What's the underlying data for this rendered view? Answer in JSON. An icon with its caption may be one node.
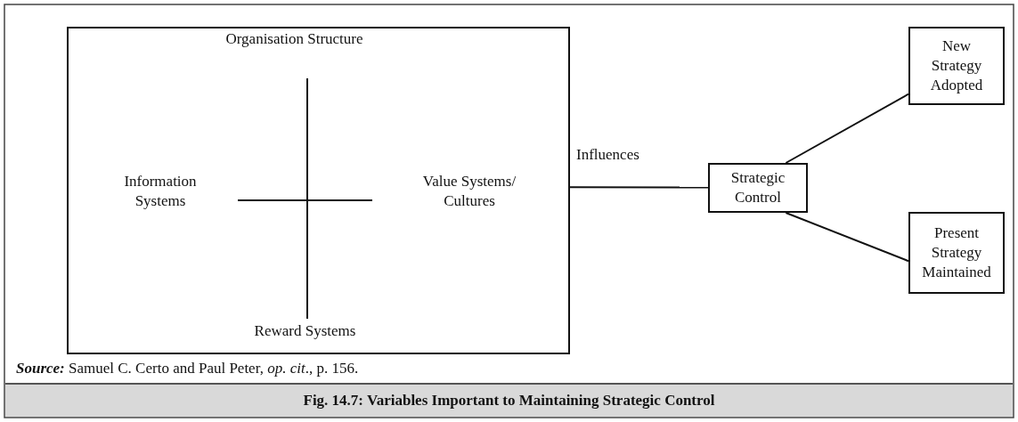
{
  "diagram": {
    "caption": "Fig. 14.7: Variables Important to Maintaining Strategic Control",
    "nodes": [
      {
        "text": [],
        "shape": "box"
      },
      {
        "text": [
          "Organisation Structure"
        ],
        "in": 0
      },
      {
        "text": [
          "Information Systems"
        ],
        "in": 0
      },
      {
        "text": [
          "Value Systems/ Cultures"
        ],
        "in": 0
      },
      {
        "text": [
          "Reward Systems"
        ],
        "in": 0
      },
      {
        "text": [
          "Strategic Control"
        ]
      },
      {
        "text": [
          "New Strategy Adopted"
        ]
      },
      {
        "text": [
          "Present Strategy Maintained"
        ]
      }
    ],
    "edges": [
      {
        "from": 0,
        "to": 5,
        "arrow": "none",
        "label": "Influences"
      },
      {
        "from": 5,
        "to": 6,
        "arrow": "none"
      },
      {
        "from": 5,
        "to": 7,
        "arrow": "none"
      }
    ],
    "labels": [
      "**Source:** Samuel C. Certo and Paul Peter, *op. cit*., p. 156."
    ]
  }
}
